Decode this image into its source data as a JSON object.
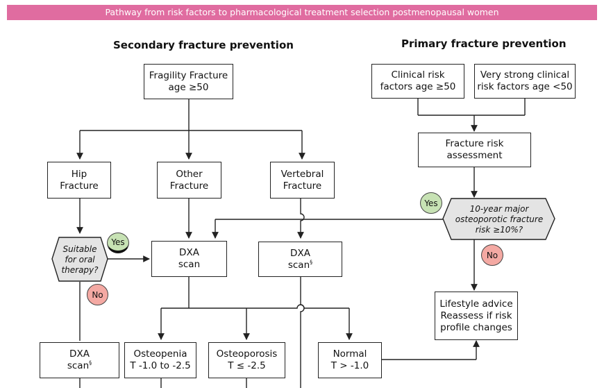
{
  "banner": "Pathway from risk factors to pharmacological treatment selection postmenopausal women",
  "headings": {
    "secondary": "Secondary fracture prevention",
    "primary": "Primary fracture prevention"
  },
  "boxes": {
    "fragility": [
      "Fragility Fracture",
      "age ≥50"
    ],
    "hip": [
      "Hip",
      "Fracture"
    ],
    "other": [
      "Other",
      "Fracture"
    ],
    "vertebral": [
      "Vertebral",
      "Fracture"
    ],
    "dxa_main": [
      "DXA",
      "scan"
    ],
    "dxa_vert": [
      "DXA",
      "scan"
    ],
    "dxa_vert_mark": "§",
    "dxa_bottom": [
      "DXA",
      "scan"
    ],
    "dxa_bottom_mark": "§",
    "osteopenia": [
      "Osteopenia",
      "T -1.0 to -2.5"
    ],
    "osteoporosis": [
      "Osteoporosis",
      "T ≤ -2.5"
    ],
    "normal": [
      "Normal",
      "T > -1.0"
    ],
    "clinical": [
      "Clinical risk",
      "factors age ≥50"
    ],
    "very_strong": [
      "Very strong clinical",
      "risk factors age <50"
    ],
    "assessment": [
      "Fracture risk",
      "assessment"
    ],
    "lifestyle": [
      "Lifestyle advice",
      "Reassess if risk",
      "profile changes"
    ]
  },
  "decisions": {
    "oral": [
      "Suitable",
      "for oral",
      "therapy?"
    ],
    "major": [
      "10-year major",
      "osteoporotic fracture",
      "risk ≥10%?"
    ]
  },
  "badges": {
    "yes": "Yes",
    "no": "No"
  },
  "colors": {
    "banner": "#e06ca0",
    "yes_badge": "#c7e2b4",
    "no_badge": "#f4a9a3",
    "decision_fill": "#e4e4e4"
  }
}
